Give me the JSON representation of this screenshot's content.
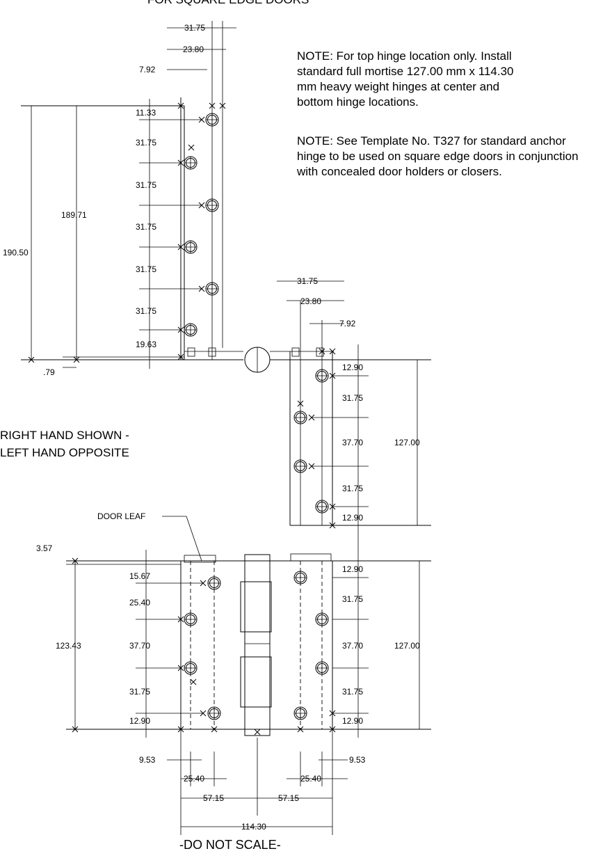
{
  "header_text": "FOR SQUARE EDGE DOORS",
  "notes": {
    "note1": "NOTE:  For top hinge location only. Install standard full mortise 127.00 mm x 114.30 mm heavy weight hinges at center and bottom hinge locations.",
    "note2": "NOTE:  See Template No. T327 for standard anchor hinge to be used on square edge doors in conjunction with concealed door holders or closers."
  },
  "hand_line1": "RIGHT HAND SHOWN -",
  "hand_line2": "LEFT HAND OPPOSITE",
  "door_leaf_label": "DOOR LEAF",
  "footer": "-DO NOT SCALE-",
  "dimensions": {
    "top_left": {
      "width_3175": "31.75",
      "width_2380": "23.80",
      "width_792": "7.92",
      "overall_190": "190.50",
      "overall_189": "189.71",
      "offset_079": ".79",
      "first_hole": "11.33",
      "spacing": [
        "31.75",
        "31.75",
        "31.75",
        "31.75",
        "31.75"
      ],
      "last_gap": "19.63"
    },
    "right": {
      "width_3175": "31.75",
      "width_2380": "23.80",
      "width_792": "7.92",
      "overall": "127.00",
      "spacing": [
        "12.90",
        "31.75",
        "37.70",
        "31.75",
        "12.90"
      ]
    },
    "bottom_left": {
      "offset_357": "3.57",
      "overall": "123.43",
      "spacing": [
        "15.67",
        "25.40",
        "37.70",
        "31.75",
        "12.90"
      ]
    },
    "bottom_right": {
      "overall": "127.00",
      "spacing": [
        "12.90",
        "31.75",
        "37.70",
        "31.75",
        "12.90"
      ]
    },
    "bottom": {
      "edge_left": "9.53",
      "edge_right": "9.53",
      "pin_left": "25.40",
      "pin_right": "25.40",
      "half_left": "57.15",
      "half_right": "57.15",
      "overall": "114.30"
    }
  }
}
